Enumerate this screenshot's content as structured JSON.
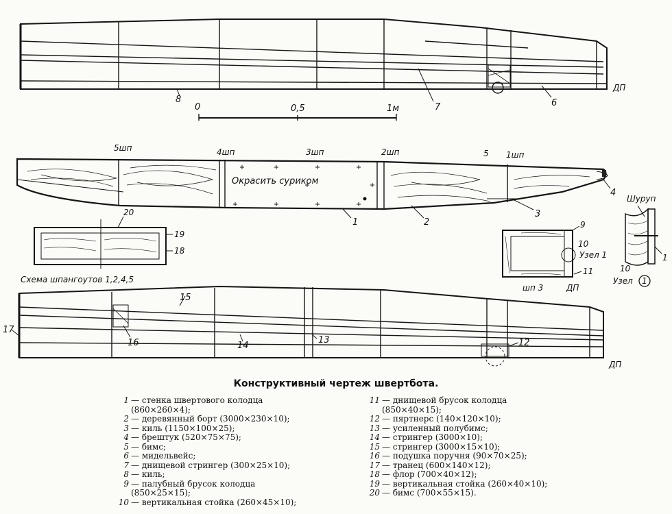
{
  "figure": {
    "title": "Конструктивный чертеж швертбота.",
    "scale": {
      "zero": "0",
      "half": "0,5",
      "one": "1м"
    },
    "station_labels": {
      "st5": "5шп",
      "st4": "4шп",
      "st3": "3шп",
      "st2": "2шп",
      "st1": "1шп"
    },
    "paint_note": "Окрасить суриком",
    "frames_scheme_caption": "Схема шпангоутов 1,2,4,5",
    "frame3_caption": "шп 3",
    "dp_label": "ДП",
    "node_label": "Узел",
    "node1_ref": "Узел 1",
    "node_number": "1",
    "screw_label": "Шуруп",
    "callouts": {
      "c1": "1",
      "c2": "2",
      "c3": "3",
      "c4": "4",
      "c5": "5",
      "c6": "6",
      "c7": "7",
      "c8": "8",
      "c9": "9",
      "c10": "10",
      "c11": "11",
      "c12": "12",
      "c13": "13",
      "c14": "14",
      "c15": "15",
      "c16": "16",
      "c17": "17",
      "c18": "18",
      "c19": "19",
      "c20": "20",
      "c10b": "10",
      "c1b": "1"
    }
  },
  "legend": {
    "left": [
      {
        "n": "1",
        "text": "— стенка швертового колодца (860×260×4);"
      },
      {
        "n": "2",
        "text": "— деревянный борт (3000×230×10);"
      },
      {
        "n": "3",
        "text": "— киль (1150×100×25);"
      },
      {
        "n": "4",
        "text": "— брештук (520×75×75);"
      },
      {
        "n": "5",
        "text": "— бимс;"
      },
      {
        "n": "6",
        "text": "— мидельвейс;"
      },
      {
        "n": "7",
        "text": "— днищевой стрингер (300×25×10);"
      },
      {
        "n": "8",
        "text": "— киль;"
      },
      {
        "n": "9",
        "text": "— палубный брусок колодца (850×25×15);"
      },
      {
        "n": "10",
        "text": "— вертикальная стойка (260×45×10);"
      }
    ],
    "right": [
      {
        "n": "11",
        "text": "— днищевой брусок колодца (850×40×15);"
      },
      {
        "n": "12",
        "text": "— пяртнерс (140×120×10);"
      },
      {
        "n": "13",
        "text": "— усиленный полубимс;"
      },
      {
        "n": "14",
        "text": "— стрингер (3000×10);"
      },
      {
        "n": "15",
        "text": "— стрингер (3000×15×10);"
      },
      {
        "n": "16",
        "text": "— подушка поручня (90×70×25);"
      },
      {
        "n": "17",
        "text": "— транец (600×140×12);"
      },
      {
        "n": "18",
        "text": "— флор (700×40×12);"
      },
      {
        "n": "19",
        "text": "— вертикальная стойка (260×40×10);"
      },
      {
        "n": "20",
        "text": "— бимс (700×55×15)."
      }
    ]
  }
}
